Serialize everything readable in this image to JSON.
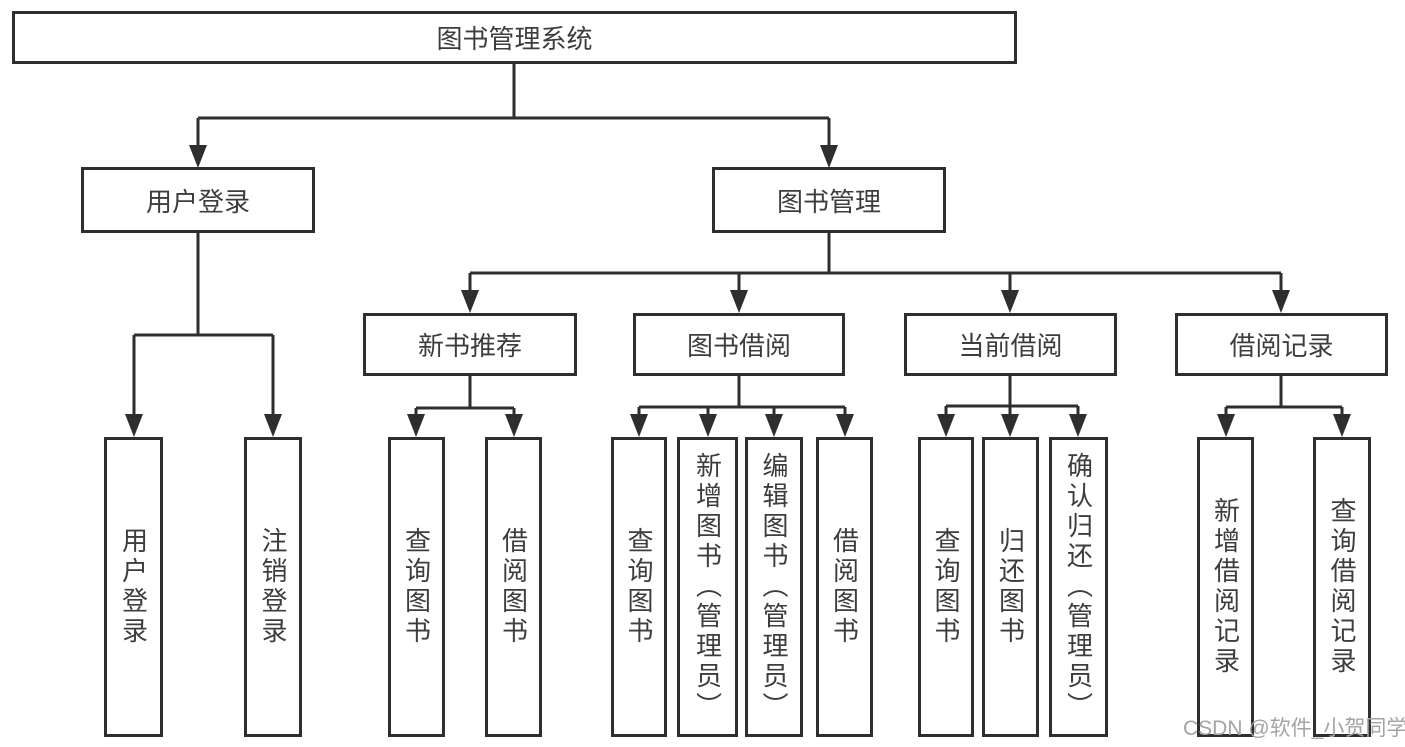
{
  "org": {
    "root": {
      "label": "图书管理系统"
    },
    "children": [
      {
        "label": "用户登录",
        "leaves": [
          {
            "label": "用户登录"
          },
          {
            "label": "注销登录"
          }
        ]
      },
      {
        "label": "图书管理",
        "children": [
          {
            "label": "新书推荐",
            "leaves": [
              {
                "label": "查询图书"
              },
              {
                "label": "借阅图书"
              }
            ]
          },
          {
            "label": "图书借阅",
            "leaves": [
              {
                "label": "查询图书"
              },
              {
                "label": "新增图书（管理员）"
              },
              {
                "label": "编辑图书（管理员）"
              },
              {
                "label": "借阅图书"
              }
            ]
          },
          {
            "label": "当前借阅",
            "leaves": [
              {
                "label": "查询图书"
              },
              {
                "label": "归还图书"
              },
              {
                "label": "确认归还（管理员）"
              }
            ]
          },
          {
            "label": "借阅记录",
            "leaves": [
              {
                "label": "新增借阅记录"
              },
              {
                "label": "查询借阅记录"
              }
            ]
          }
        ]
      }
    ]
  },
  "watermark": "CSDN @软件_小贺同学",
  "colors": {
    "line": "#2e2e2e",
    "text": "#3d3d3d",
    "background": "#ffffff",
    "watermark": "#a4a4a4"
  }
}
